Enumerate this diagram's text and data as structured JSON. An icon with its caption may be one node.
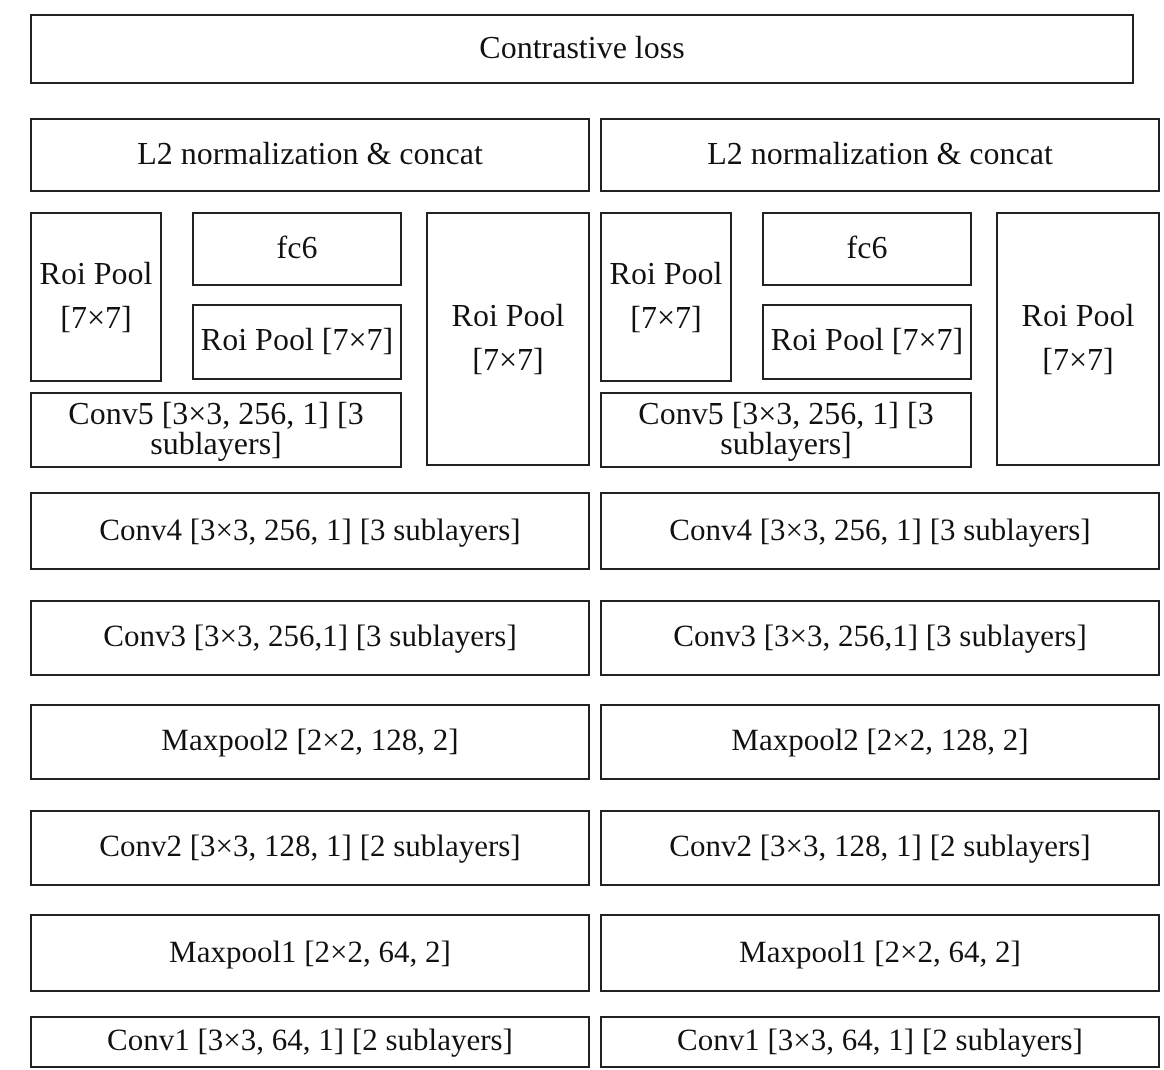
{
  "diagram": {
    "nodes": [
      {
        "text": [
          "Contrastive loss"
        ]
      },
      {
        "text": [
          "L2 normalization & concat"
        ]
      },
      {
        "text": [
          "Roi Pool [7×7]"
        ]
      },
      {
        "text": [
          "fc6"
        ]
      },
      {
        "text": [
          "Roi Pool [7×7]"
        ]
      },
      {
        "text": [
          "Roi Pool [7×7]"
        ]
      },
      {
        "text": [
          "Conv5 [3×3, 256, 1] [3 sublayers]"
        ]
      },
      {
        "text": [
          "Conv4 [3×3, 256, 1] [3 sublayers]"
        ]
      },
      {
        "text": [
          "Conv3 [3×3, 256,1] [3 sublayers]"
        ]
      },
      {
        "text": [
          "Maxpool2 [2×2, 128, 2]"
        ]
      },
      {
        "text": [
          "Conv2 [3×3, 128, 1] [2 sublayers]"
        ]
      },
      {
        "text": [
          "Maxpool1 [2×2, 64, 2]"
        ]
      },
      {
        "text": [
          "Conv1 [3×3, 64, 1] [2 sublayers]"
        ]
      },
      {
        "text": [
          "L2 normalization & concat"
        ]
      },
      {
        "text": [
          "Roi Pool [7×7]"
        ]
      },
      {
        "text": [
          "fc6"
        ]
      },
      {
        "text": [
          "Roi Pool [7×7]"
        ]
      },
      {
        "text": [
          "Roi Pool [7×7]"
        ]
      },
      {
        "text": [
          "Conv5 [3×3, 256, 1] [3 sublayers]"
        ]
      },
      {
        "text": [
          "Conv4 [3×3, 256, 1] [3 sublayers]"
        ]
      },
      {
        "text": [
          "Conv3 [3×3, 256,1] [3 sublayers]"
        ]
      },
      {
        "text": [
          "Maxpool2 [2×2, 128, 2]"
        ]
      },
      {
        "text": [
          "Conv2 [3×3, 128, 1] [2 sublayers]"
        ]
      },
      {
        "text": [
          "Maxpool1 [2×2, 64, 2]"
        ]
      },
      {
        "text": [
          "Conv1 [3×3, 64, 1] [2 sublayers]"
        ]
      }
    ]
  }
}
